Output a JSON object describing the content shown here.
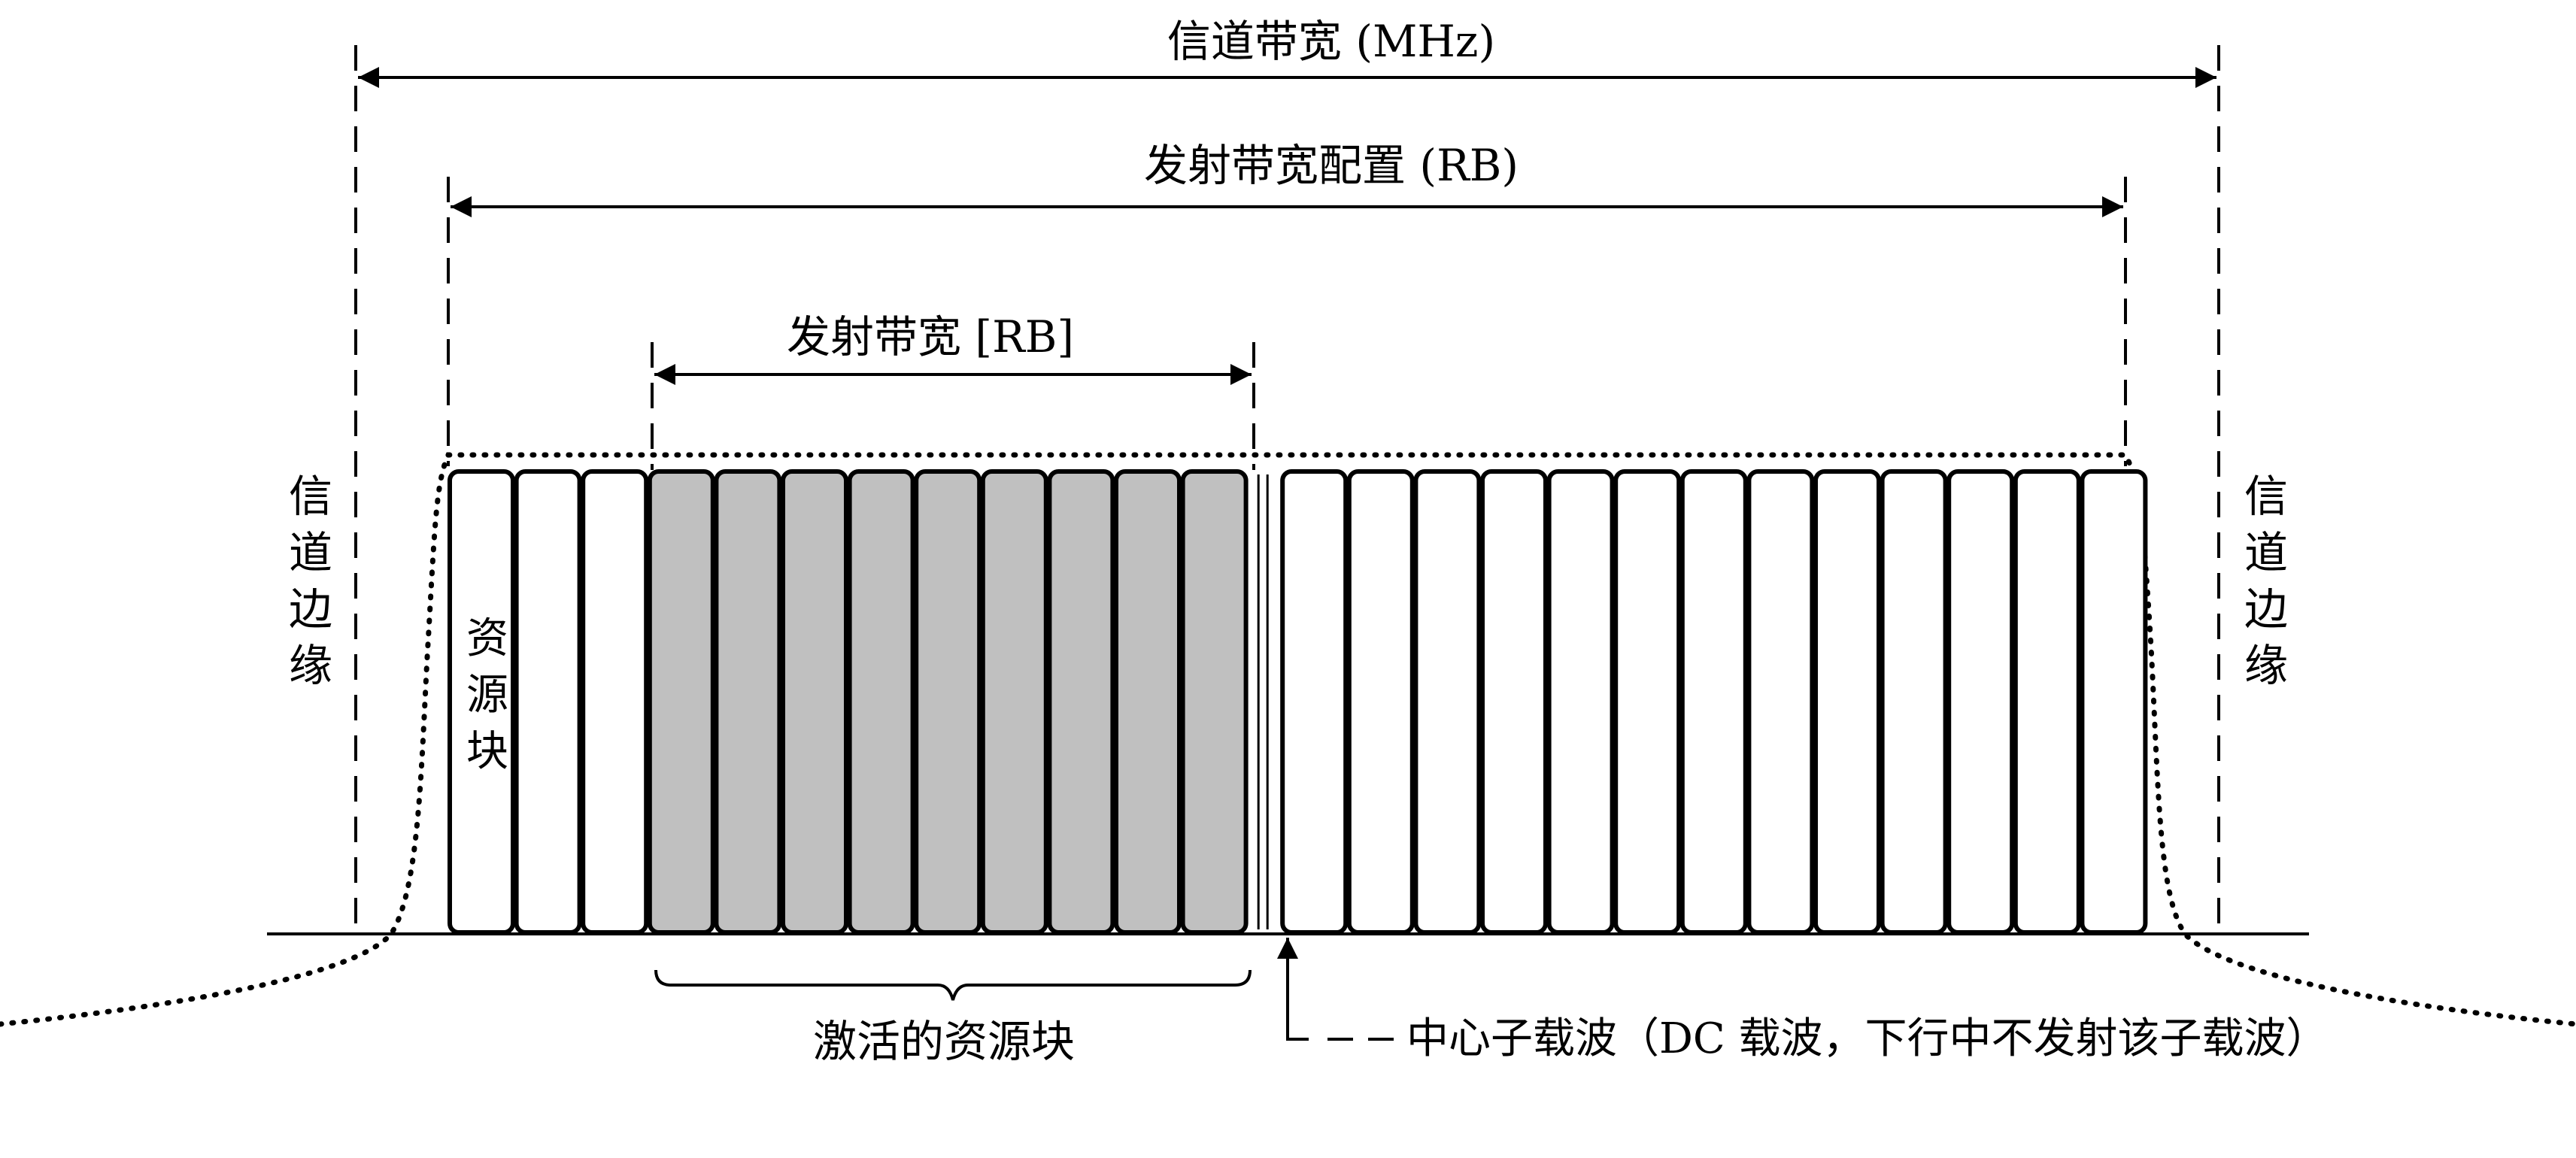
{
  "labels": {
    "channel_bandwidth": "信道带宽 (MHz)",
    "tx_bandwidth_config": "发射带宽配置 (RB)",
    "tx_bandwidth": "发射带宽 [RB]",
    "channel_edge_left": [
      "信",
      "道",
      "边",
      "缘"
    ],
    "channel_edge_right": [
      "信",
      "道",
      "边",
      "缘"
    ],
    "resource_block": [
      "资",
      "源",
      "块"
    ],
    "active_resource_blocks": "激活的资源块",
    "center_subcarrier": "中心子载波（DC 载波，下行中不发射该子载波）"
  },
  "blocks": {
    "total": 25,
    "active_start": 3,
    "active_count": 9,
    "dc_after_block": 12
  },
  "colors": {
    "line": "#000000",
    "active_fill": "#c0c0c0",
    "inactive_fill": "#ffffff"
  }
}
